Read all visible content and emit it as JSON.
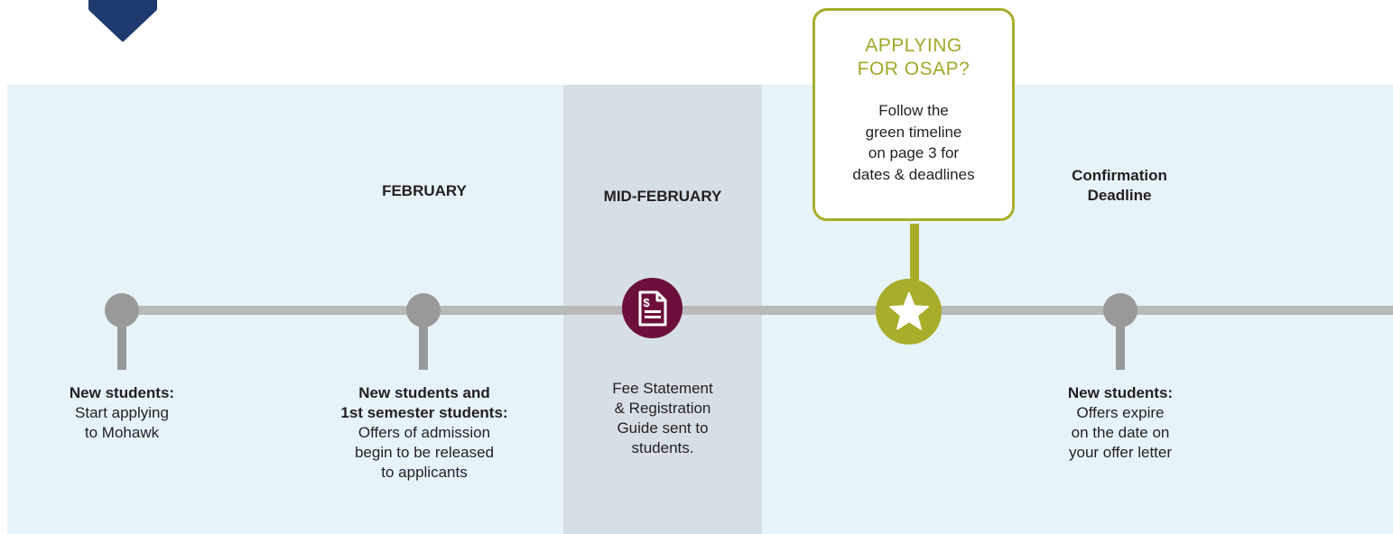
{
  "colors": {
    "band": "#e6f4fa",
    "mid_band": "#d6dfe6",
    "timeline": "#b9b9b9",
    "node": "#999999",
    "fee_node": "#6d0f3b",
    "osap_accent": "#a8ad2a",
    "arrow": "#1e3a6e"
  },
  "icons": {
    "top_arrow": "down-arrow-icon",
    "fee_statement": "document-dollar-icon",
    "osap": "star-icon"
  },
  "callout": {
    "title_lines": [
      "APPLYING",
      "FOR OSAP?"
    ],
    "body_lines": [
      "Follow the",
      "green timeline",
      "on page 3 for",
      "dates & deadlines"
    ]
  },
  "headers": {
    "february": "FEBRUARY",
    "mid_february": "MID-FEBRUARY",
    "confirmation_lines": [
      "Confirmation",
      "Deadline"
    ]
  },
  "events": {
    "start_applying": {
      "bold": "New students:",
      "lines": [
        "Start applying",
        "to Mohawk"
      ]
    },
    "offers_released": {
      "bold_lines": [
        "New students and",
        "1st semester students:"
      ],
      "lines": [
        "Offers of admission",
        "begin to be released",
        "to applicants"
      ]
    },
    "fee_statement": {
      "lines": [
        "Fee Statement",
        "& Registration",
        "Guide sent to",
        "students."
      ]
    },
    "offers_expire": {
      "bold": "New students:",
      "lines": [
        "Offers expire",
        "on the date on",
        "your offer letter"
      ]
    }
  }
}
